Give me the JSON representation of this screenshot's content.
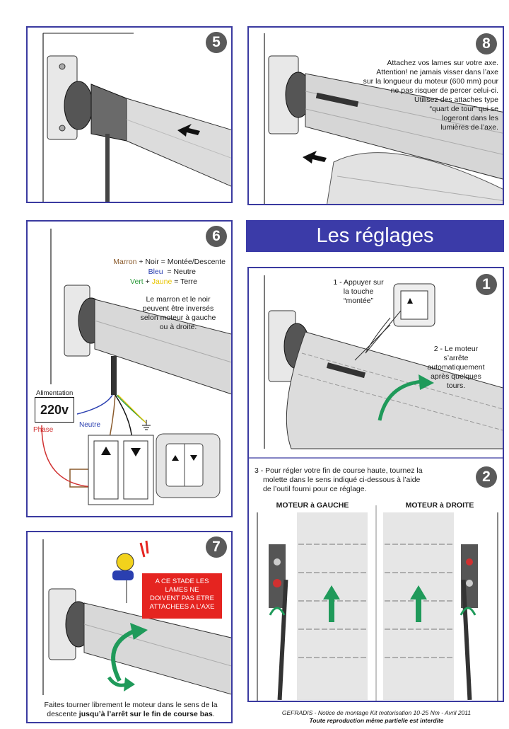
{
  "steps": {
    "s5": {
      "number": "5"
    },
    "s8": {
      "number": "8",
      "lines": [
        "Attachez vos lames sur votre axe.",
        "Attention! ne jamais visser dans l’axe",
        "sur la longueur du moteur (600 mm) pour",
        "ne pas risquer de percer celui-ci.",
        "Utilisez des attaches type",
        "“quart de tour” qui se",
        "logeront dans les",
        "lumières de l’axe."
      ]
    },
    "s6": {
      "number": "6",
      "wiring": {
        "marron": "Marron",
        "plus1": " + ",
        "noir": "Noir",
        "montee": " = Montée/Descente",
        "bleu": "Bleu",
        "neutre": "  = Neutre",
        "vert": "Vert",
        "plus2": " + ",
        "jaune": "Jaune",
        "terre": " = Terre"
      },
      "note": [
        "Le marron et le noir",
        "peuvent être inversés",
        "selon moteur à gauche",
        "ou à droite."
      ],
      "alimentation": "Alimentation",
      "voltage": "220v",
      "phase": "Phase",
      "neutre_label": "Neutre"
    },
    "s7": {
      "number": "7",
      "warning": [
        "A CE STADE LES",
        "LAMES NE",
        "DOIVENT PAS ETRE",
        "ATTACHEES A L’AXE"
      ],
      "text_line1": "Faites tourner librement le moteur dans le sens de la",
      "text_line2_plain": "descente ",
      "text_line2_bold": "jusqu’à l’arrêt sur le fin de course bas",
      "text_line2_end": "."
    },
    "banner": "Les réglages",
    "r1": {
      "number": "1",
      "press": [
        "1 - Appuyer sur",
        "la touche",
        "“montée”"
      ],
      "stop": [
        "2 - Le moteur",
        "s’arrête",
        "automatiquement",
        "après quelques",
        "tours."
      ]
    },
    "r2": {
      "number": "2",
      "instruction": [
        "3 - Pour régler votre fin de course haute, tournez la",
        "molette dans le sens indiqué ci-dessous à l’aide",
        "de l’outil fourni pour ce réglage."
      ],
      "left_title": "MOTEUR à GAUCHE",
      "right_title": "MOTEUR à DROITE"
    }
  },
  "footer": {
    "line1": "GEFRADIS - Notice de montage Kit motorisation 10-25 Nm - Avril 2011",
    "line2": "Toute reproduction même partielle est interdite"
  },
  "colors": {
    "frame": "#3a3aa0",
    "banner": "#3b3ba8",
    "warning": "#e52420",
    "arrow_green": "#1f9a5a",
    "marron": "#8a5a2b",
    "bleu": "#2a3fb0",
    "vert": "#2a9a3a",
    "jaune": "#e8c400",
    "phase_red": "#d03030"
  },
  "icons": [
    "push-arrow-icon",
    "pull-arrow-icon",
    "rotate-arrow-icon",
    "up-arrow-icon",
    "ground-icon",
    "worker-icon"
  ]
}
